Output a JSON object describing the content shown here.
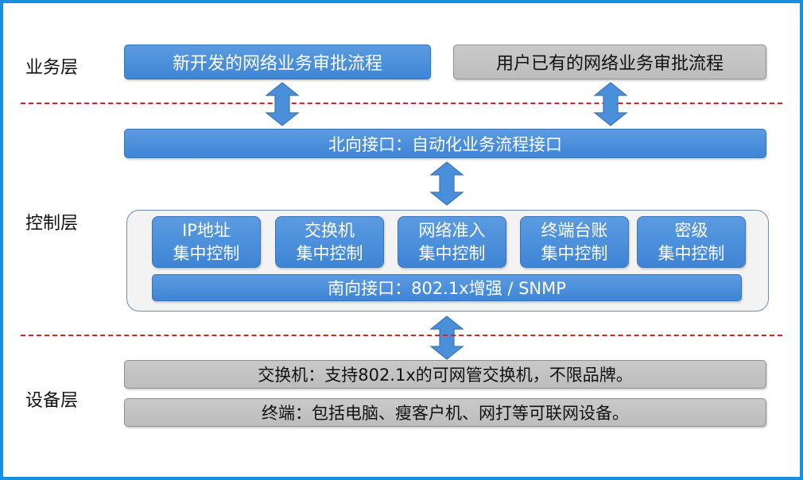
{
  "layers": {
    "business": "业务层",
    "control": "控制层",
    "device": "设备层"
  },
  "business": {
    "new_flow": "新开发的网络业务审批流程",
    "existing_flow": "用户已有的网络业务审批流程"
  },
  "northbound": "北向接口：自动化业务流程接口",
  "modules": [
    {
      "line1": "IP地址",
      "line2": "集中控制"
    },
    {
      "line1": "交换机",
      "line2": "集中控制"
    },
    {
      "line1": "网络准入",
      "line2": "集中控制"
    },
    {
      "line1": "终端台账",
      "line2": "集中控制"
    },
    {
      "line1": "密级",
      "line2": "集中控制"
    }
  ],
  "southbound": "南向接口：802.1x增强 / SNMP",
  "devices": {
    "switch": "交换机：支持802.1x的可网管交换机，不限品牌。",
    "terminal": "终端：包括电脑、瘦客户机、网打等可联网设备。"
  },
  "colors": {
    "frame": "#1a8fe0",
    "blue_box": "#4a8fda",
    "gray_box": "#c4c4c4",
    "divider": "#e02020"
  }
}
